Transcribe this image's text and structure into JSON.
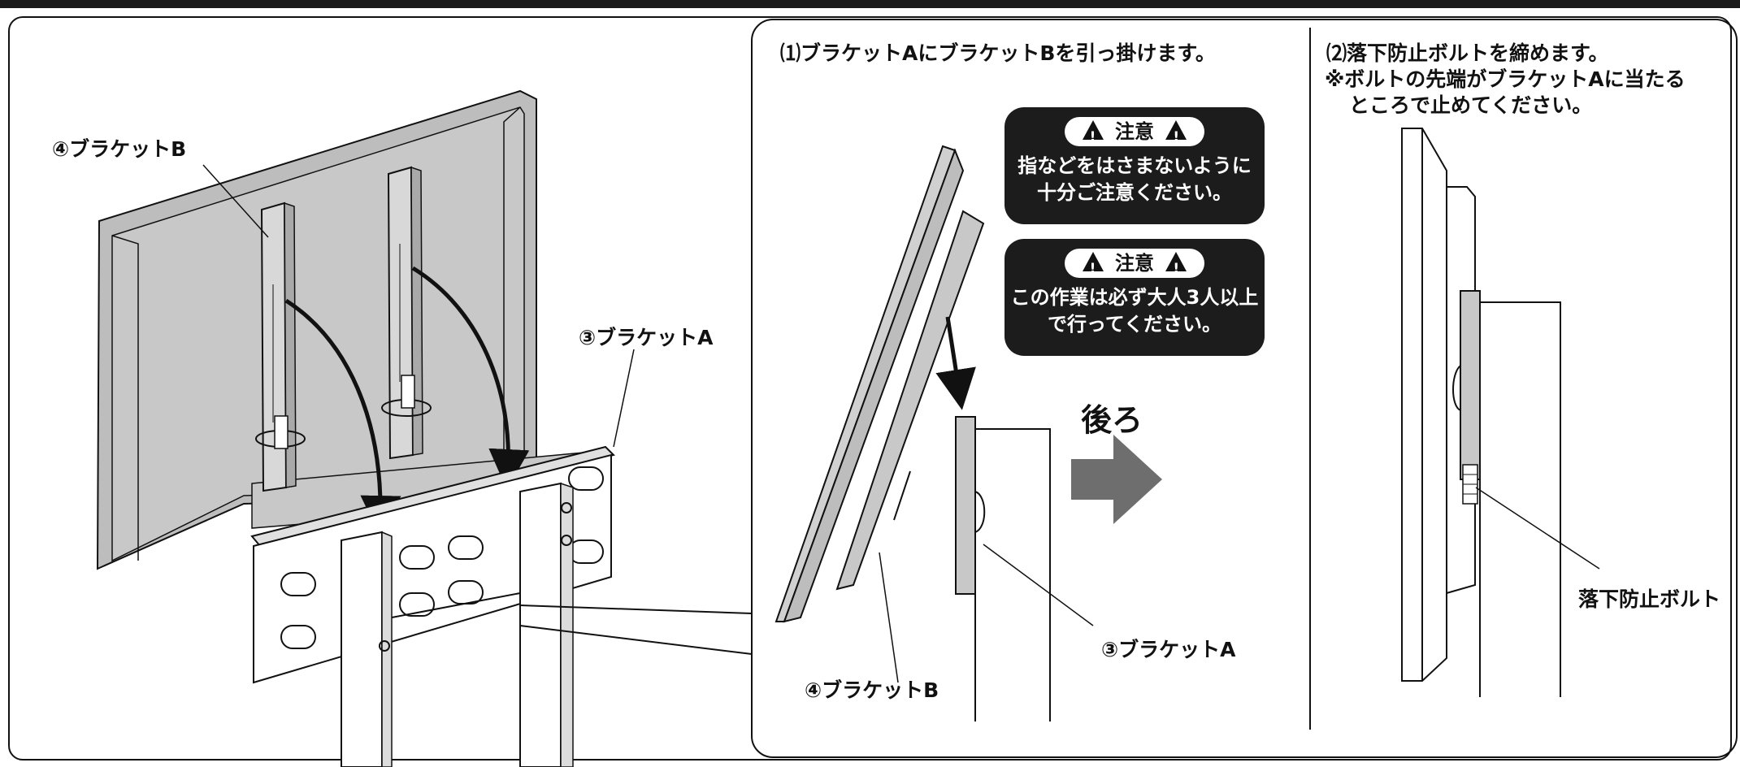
{
  "labels": {
    "bracket_b": "④ブラケットB",
    "bracket_a": "③ブラケットA",
    "fall_bolt": "落下防止ボルト",
    "back": "後ろ"
  },
  "steps": {
    "step1": "⑴ブラケットAにブラケットBを引っ掛けます。",
    "step2_line1": "⑵落下防止ボルトを締めます。",
    "step2_line2": "※ボルトの先端がブラケットAに当たる",
    "step2_line3": "ところで止めてください。"
  },
  "cautions": [
    {
      "title": "注意",
      "line1": "指などをはさまないように",
      "line2": "十分ご注意ください。"
    },
    {
      "title": "注意",
      "line1": "この作業は必ず大人3人以上",
      "line2": "で行ってください。"
    }
  ],
  "colors": {
    "panel_gray": "#c8c8c8",
    "caution_bg": "#1c1c1c",
    "arrow_gray": "#6e6e6e"
  }
}
